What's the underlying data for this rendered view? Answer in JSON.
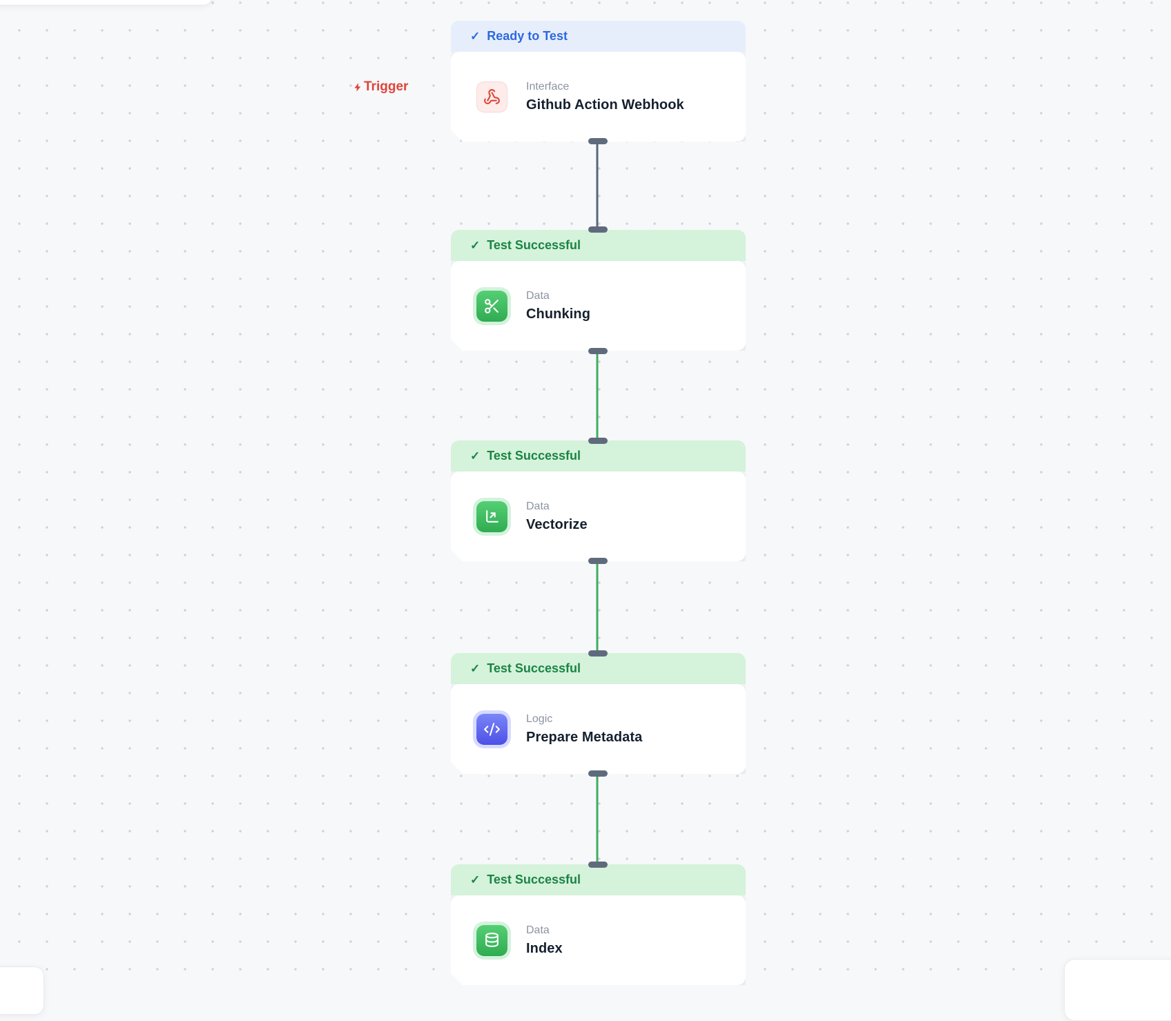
{
  "trigger": {
    "label": "Trigger"
  },
  "glyphs": {
    "check": "✓"
  },
  "nodes": [
    {
      "status": "Ready to Test",
      "category": "Interface",
      "title": "Github Action Webhook",
      "icon": "webhook-icon",
      "status_bg": "#e7eefb",
      "status_color": "#2d68e0"
    },
    {
      "status": "Test Successful",
      "category": "Data",
      "title": "Chunking",
      "icon": "scissors-icon",
      "status_bg": "#d5f2db",
      "status_color": "#1b8444"
    },
    {
      "status": "Test Successful",
      "category": "Data",
      "title": "Vectorize",
      "icon": "vector-arrow-icon",
      "status_bg": "#d5f2db",
      "status_color": "#1b8444"
    },
    {
      "status": "Test Successful",
      "category": "Logic",
      "title": "Prepare Metadata",
      "icon": "code-icon",
      "status_bg": "#d5f2db",
      "status_color": "#1b8444"
    },
    {
      "status": "Test Successful",
      "category": "Data",
      "title": "Index",
      "icon": "database-icon",
      "status_bg": "#d5f2db",
      "status_color": "#1b8444"
    }
  ],
  "edges": [
    {
      "from": "Github Action Webhook",
      "to": "Chunking",
      "color": "#5b6577"
    },
    {
      "from": "Chunking",
      "to": "Vectorize",
      "color": "#3fae5f"
    },
    {
      "from": "Vectorize",
      "to": "Prepare Metadata",
      "color": "#3fae5f"
    },
    {
      "from": "Prepare Metadata",
      "to": "Index",
      "color": "#3fae5f"
    }
  ],
  "colors": {
    "canvas_bg": "#f7f8fa",
    "dot": "#ccd2da",
    "trigger": "#e0443c"
  }
}
